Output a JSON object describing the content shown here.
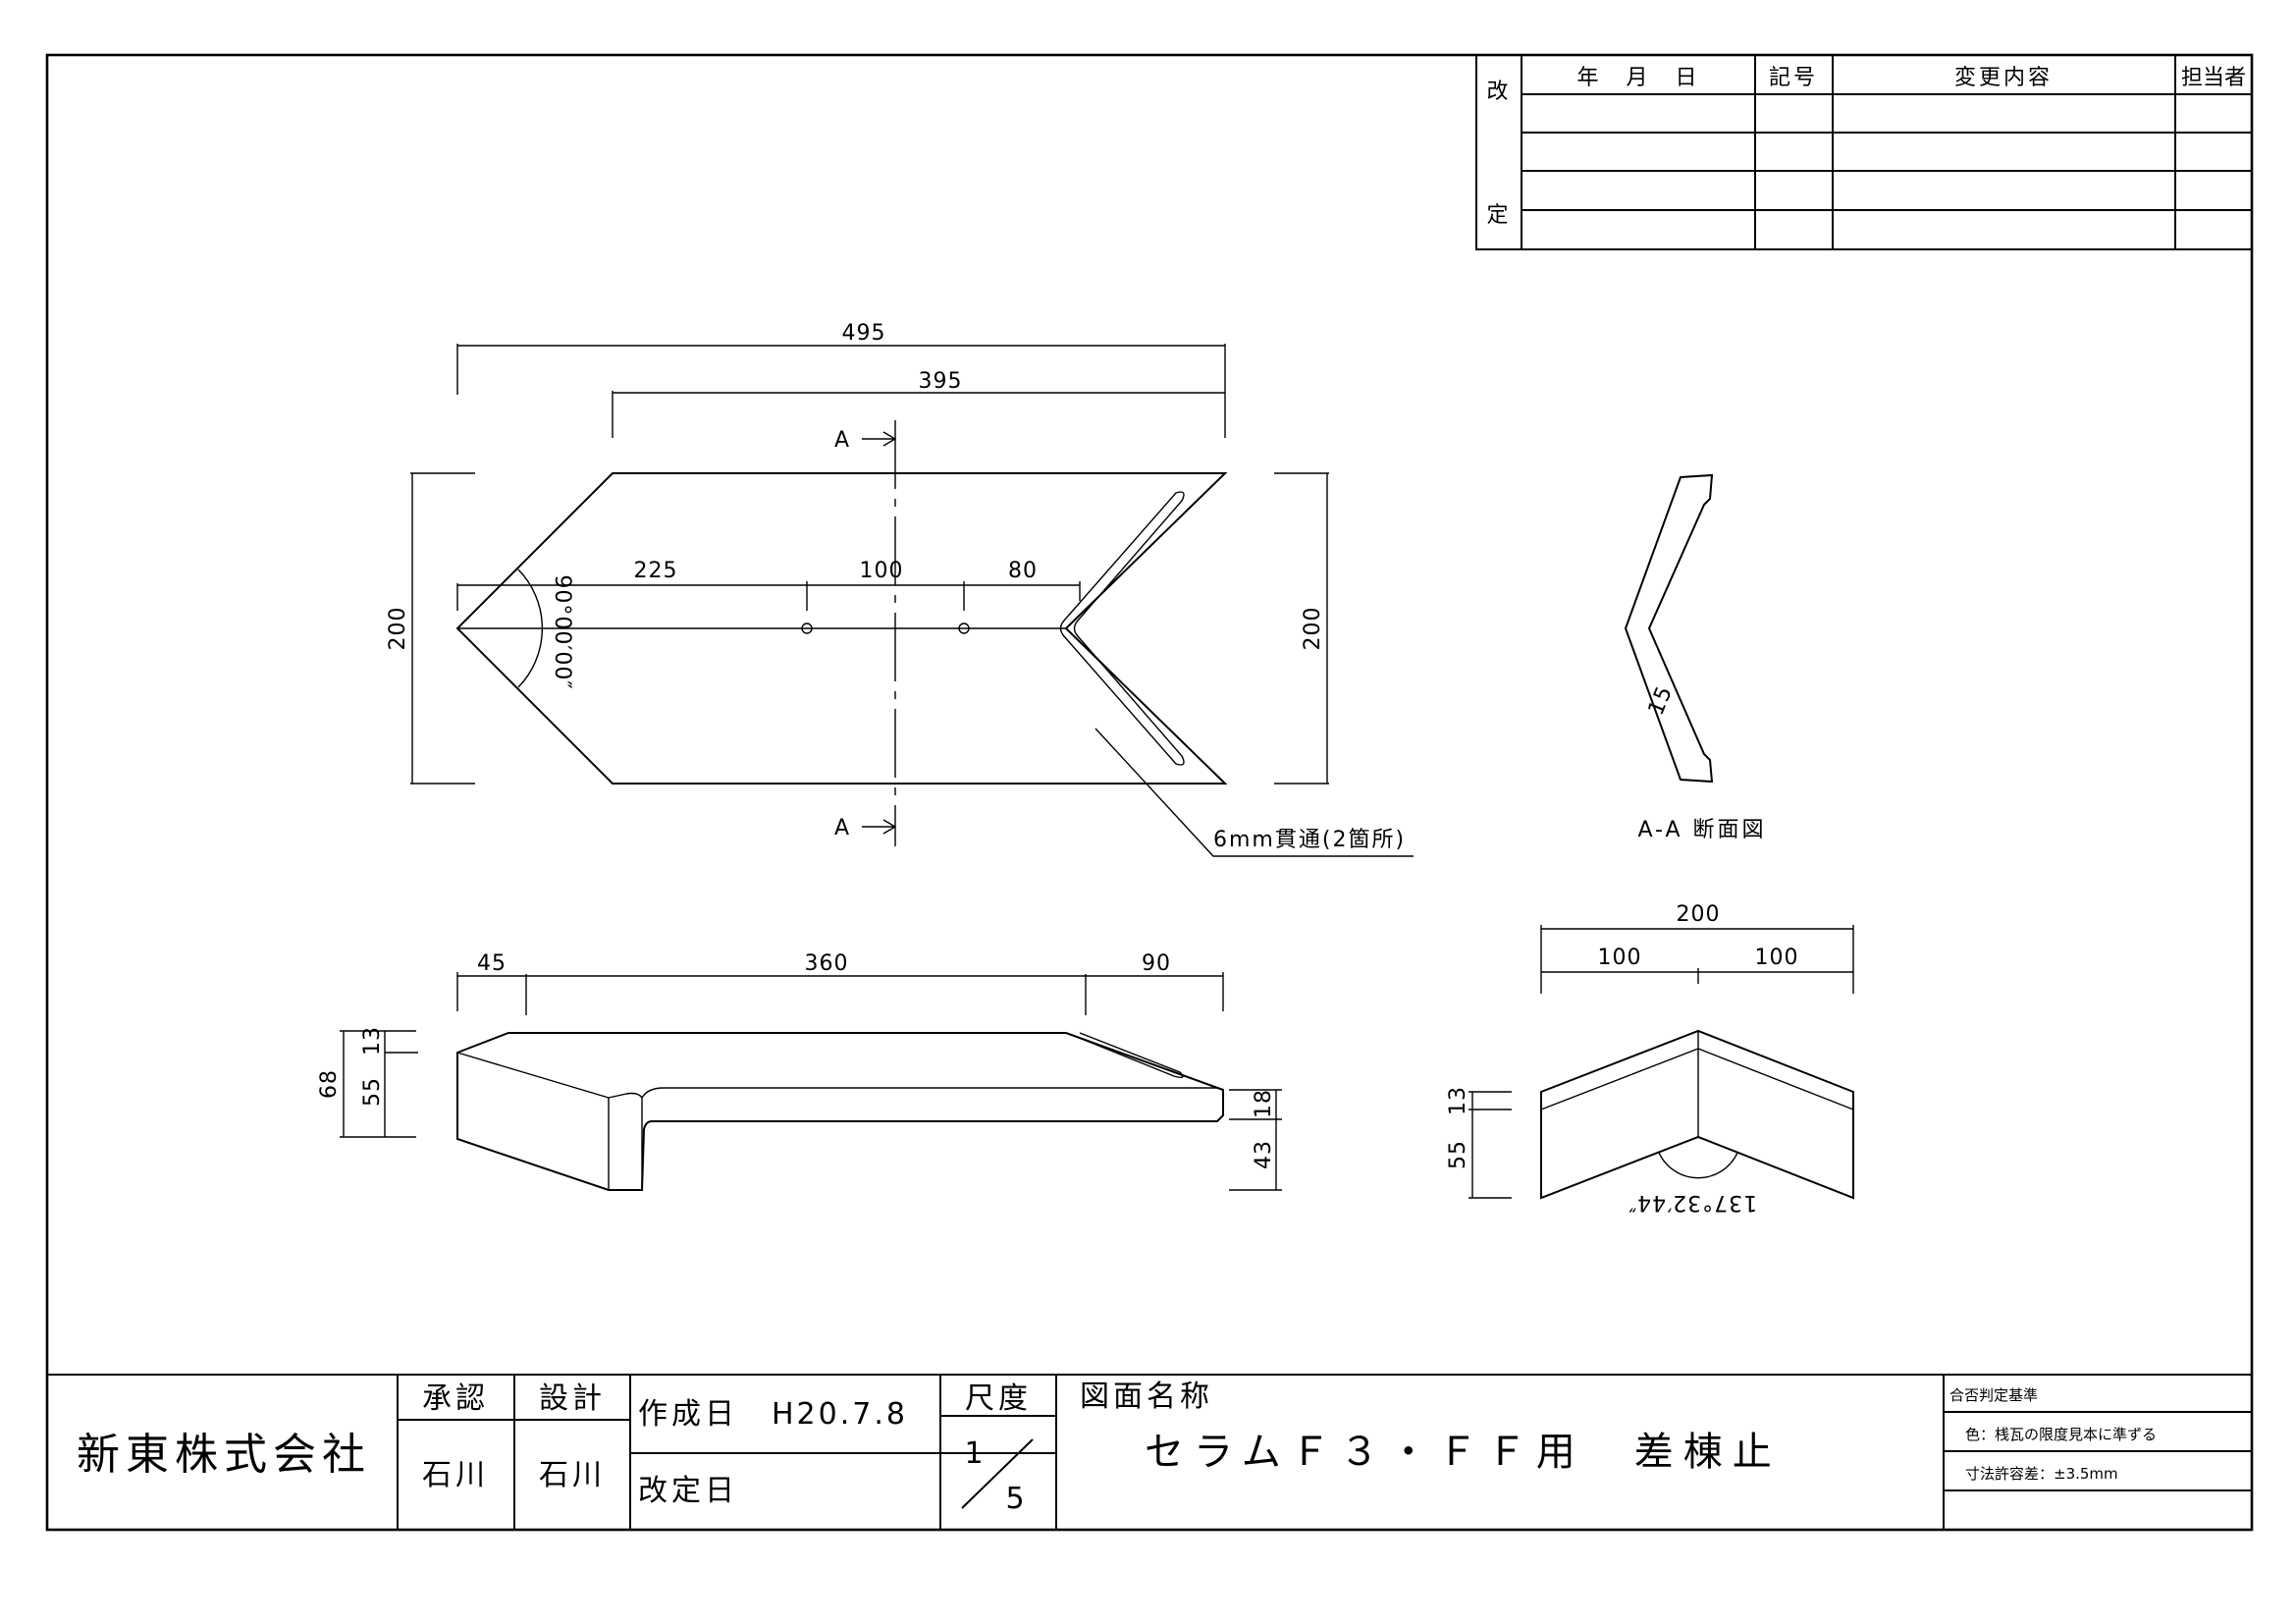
{
  "revision_table": {
    "side_top": "改",
    "side_bottom": "定",
    "col_date": "年　月　日",
    "col_mark": "記号",
    "col_content": "変更内容",
    "col_person": "担当者"
  },
  "plan_view": {
    "dim_overall": "495",
    "dim_upper": "395",
    "dim_225": "225",
    "dim_100": "100",
    "dim_80": "80",
    "dim_height_left": "200",
    "dim_height_right": "200",
    "angle": "90°00′00″",
    "section_mark_top": "A",
    "section_mark_bottom": "A",
    "hole_note": "6mm貫通(2箇所)"
  },
  "section_view": {
    "thickness": "15",
    "label": "A-A 断面図"
  },
  "side_view": {
    "dim_45": "45",
    "dim_360": "360",
    "dim_90": "90",
    "dim_68": "68",
    "dim_13": "13",
    "dim_55": "55",
    "dim_18": "18",
    "dim_43": "43"
  },
  "end_view": {
    "dim_200": "200",
    "dim_left_100": "100",
    "dim_right_100": "100",
    "dim_13": "13",
    "dim_55": "55",
    "angle": "137°32′44″"
  },
  "title_block": {
    "company": "新東株式会社",
    "approve_label": "承認",
    "design_label": "設計",
    "approver": "石川",
    "designer": "石川",
    "created_label": "作成日",
    "created_date": "H20.7.8",
    "revised_label": "改定日",
    "scale_label": "尺度",
    "scale_num": "1",
    "scale_den": "5",
    "drawing_name_label": "図面名称",
    "drawing_name": "セラムＦ３・ＦＦ用　差棟止",
    "criteria_title": "合否判定基準",
    "criteria_color": "色：桟瓦の限度見本に準ずる",
    "criteria_tolerance": "寸法許容差：±3.5mm"
  }
}
